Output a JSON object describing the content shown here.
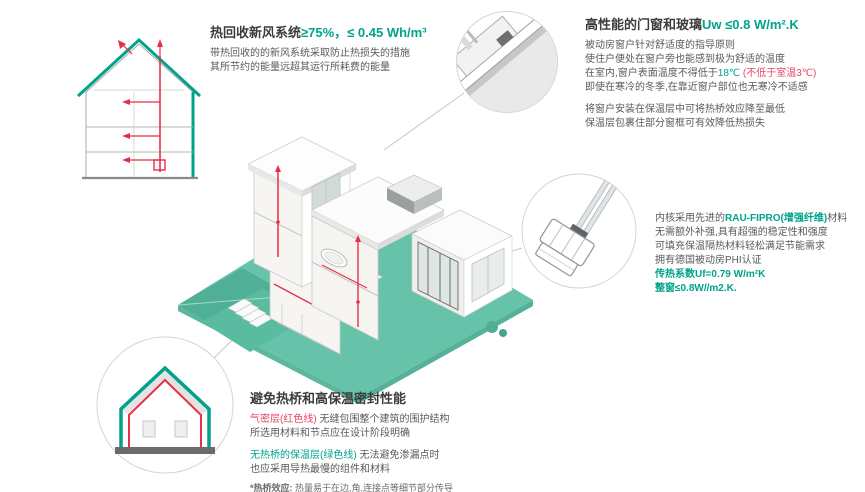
{
  "colors": {
    "accent_teal": "#00a38a",
    "accent_rose": "#e8436a",
    "duct_red": "#e53048",
    "ground_teal": "#66c3a9",
    "body_text": "#595a5c"
  },
  "ventilation": {
    "title_black": "热回收新风系统",
    "title_teal": "≥75%，≤ 0.45 Wh/m³",
    "line1": "带热回收的的新风系统采取防止热损失的措施",
    "line2": "其所节约的能量远超其运行所耗费的能量"
  },
  "windows": {
    "title_black": "高性能的门窗和玻璃",
    "title_teal": "Uw ≤0.8 W/m².K",
    "line1": "被动房窗户针对舒适度的指导原则",
    "line2": "使住户便处在窗户旁也能感到极为舒适的温度",
    "line3_pre": "在室内,窗户表面温度不得低于",
    "line3_teal": "18℃",
    "line3_red": " (不低于室温3℃)",
    "line4": "即使在寒冷的冬季,在靠近窗户部位也无寒冷不适感",
    "line5": "将窗户安装在保温层中可将热桥效应降至最低",
    "line6": "保温层包裹住部分窗框可有效降低热损失"
  },
  "profile": {
    "line1_pre": "内核采用先进的",
    "line1_teal": "RAU-FIPRO(增强纤维)",
    "line1_post": "材料",
    "line2": "无需额外补强,具有超强的稳定性和强度",
    "line3": "可填充保温隔热材料轻松满足节能需求",
    "line4": "拥有德国被动房PHI认证",
    "line5": "传热系数Uf=0.79 W/m²K",
    "line6": "整窗≤0.8W//m2.K."
  },
  "thermal": {
    "title": "避免热桥和高保温密封性能",
    "line1_red": "气密层(红色线)",
    "line1_rest": " 无缝包围整个建筑的围护结构",
    "line2": "所选用材料和节点应在设计阶段明确",
    "line3_teal": "无热桥的保温层(绿色线)",
    "line3_rest": " 无法避免渗漏点时",
    "line4": "也应采用导热最慢的组件和材料",
    "note_bold": "*热桥效应:",
    "note_rest": " 热量易于在边,角,连接点等细节部分传导"
  }
}
